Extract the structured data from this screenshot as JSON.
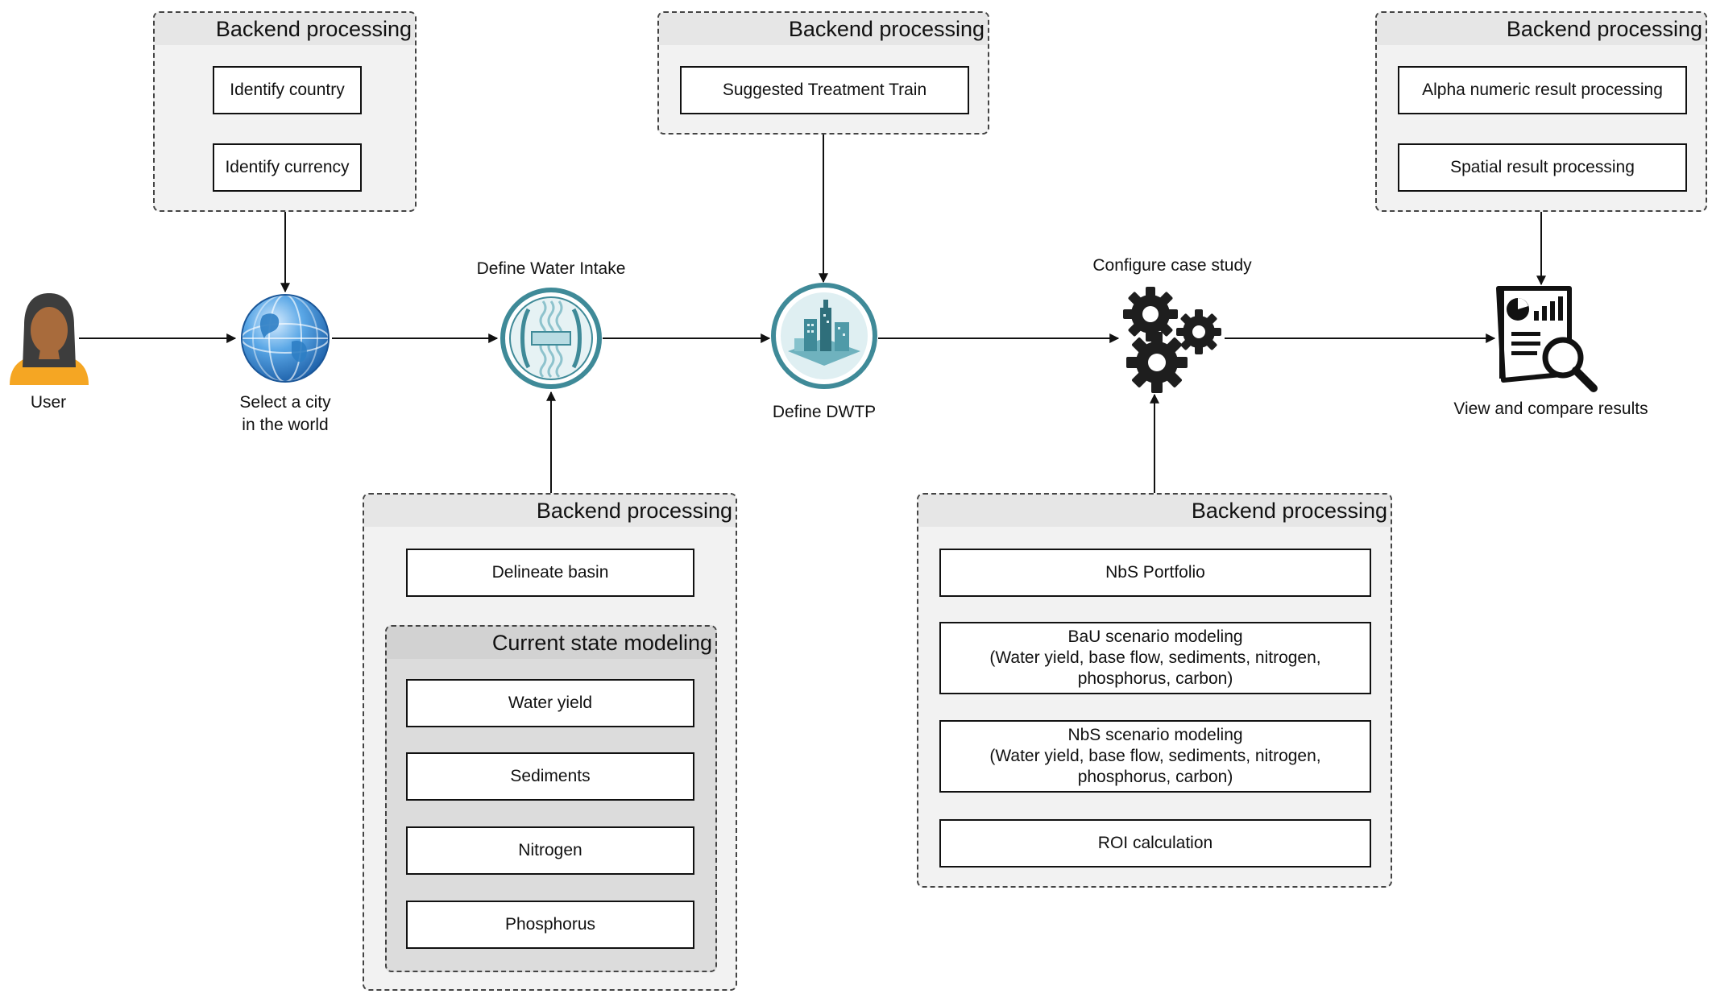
{
  "nodes": {
    "user": "User",
    "city": [
      "Select a city",
      "in the world"
    ],
    "intake": "Define Water Intake",
    "dwtp": "Define DWTP",
    "case_study": "Configure case study",
    "results": "View and compare results"
  },
  "groups": {
    "country": {
      "title": "Backend processing",
      "items": [
        "Identify country",
        "Identify currency"
      ]
    },
    "treatment": {
      "title": "Backend processing",
      "items": [
        "Suggested Treatment Train"
      ]
    },
    "results": {
      "title": "Backend processing",
      "items": [
        "Alpha numeric result processing",
        "Spatial result processing"
      ]
    },
    "basin": {
      "title": "Backend processing",
      "items": [
        "Delineate basin"
      ],
      "current_state": {
        "title": "Current state modeling",
        "items": [
          "Water yield",
          "Sediments",
          "Nitrogen",
          "Phosphorus"
        ]
      }
    },
    "scenarios": {
      "title": "Backend processing",
      "items": [
        [
          "NbS Portfolio"
        ],
        [
          "BaU scenario modeling",
          "(Water yield, base flow, sediments, nitrogen,",
          "phosphorus, carbon)"
        ],
        [
          "NbS scenario modeling",
          "(Water yield, base flow, sediments, nitrogen,",
          "phosphorus, carbon)"
        ],
        [
          "ROI calculation"
        ]
      ]
    }
  },
  "colors": {
    "globe": "#3a8fd6",
    "teal": "#3f8a98",
    "user_body": "#f5a623",
    "user_skin": "#a86b3c",
    "user_hair": "#3d3d3d",
    "gears": "#1e1e1e",
    "group_fill": "#f2f2f2",
    "subgroup_fill": "#dcdcdc"
  },
  "icons": [
    "user-icon",
    "globe-icon",
    "water-intake-icon",
    "water-treatment-plant-icon",
    "gears-icon",
    "report-magnifier-icon"
  ]
}
